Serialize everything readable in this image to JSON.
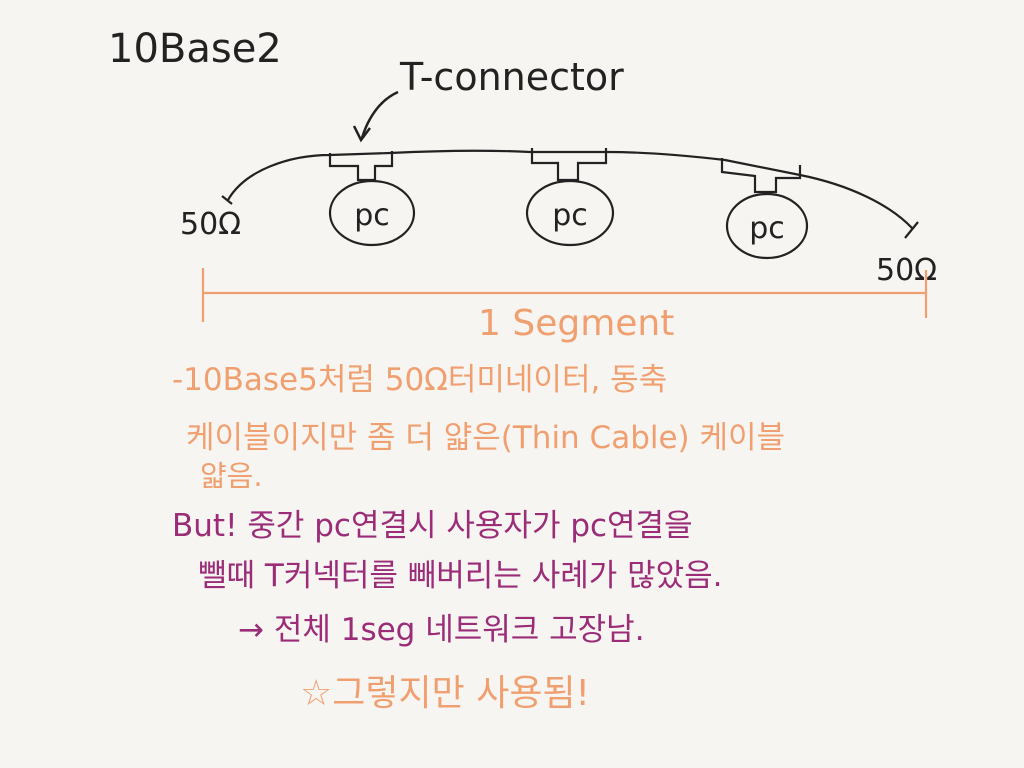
{
  "title": "10Base2",
  "connector_label": "T-connector",
  "terminator_left": "50Ω",
  "terminator_right": "50Ω",
  "pcs": [
    "pc",
    "pc",
    "pc"
  ],
  "segment_label": "1 Segment",
  "notes": {
    "line1": "-10Base5처럼 50Ω터미네이터, 동축",
    "line2": "케이블이지만 좀 더 얇은(Thin Cable) 케이블",
    "line3": "얇음.",
    "but1": "But! 중간 pc연결시 사용자가 pc연결을",
    "but2": "뺄때 T커넥터를 빼버리는 사례가 많았음.",
    "but3": "→ 전체 1seg 네트워크 고장남.",
    "star_note": "☆그렇지만 사용됨!"
  },
  "colors": {
    "ink": "#222222",
    "orange": "#f0a070",
    "purple": "#9a2c78"
  }
}
